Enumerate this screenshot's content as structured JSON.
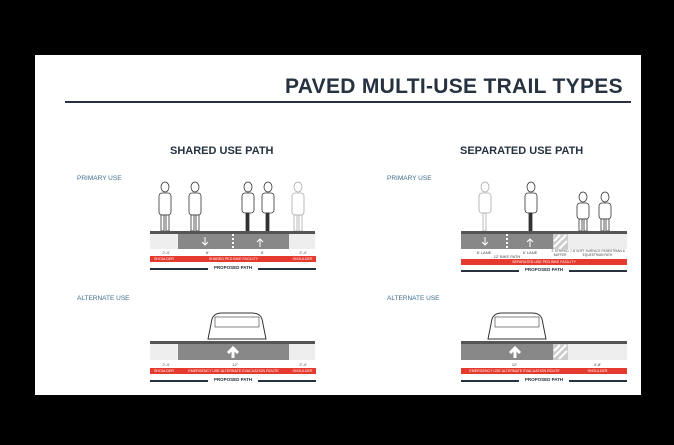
{
  "title": "PAVED MULTI-USE TRAIL TYPES",
  "shared": {
    "heading": "SHARED USE PATH",
    "primary": {
      "label": "PRIMARY USE",
      "dims": [
        "2'-4'",
        "6'",
        "6'",
        "2'-4'"
      ],
      "bands": [
        "SHOULDER",
        "SHARED PED BIKE FACILITY",
        "SHOULDER"
      ],
      "proposed": "PROPOSED PATH"
    },
    "alternate": {
      "label": "ALTERNATE USE",
      "dims": [
        "2'-4'",
        "12'",
        "2'-4'"
      ],
      "bands": [
        "SHOULDER",
        "EMERGENCY USE ALTERNATE EVACUATION ROUTE",
        "SHOULDER"
      ],
      "proposed": "PROPOSED PATH"
    }
  },
  "separated": {
    "heading": "SEPARATED USE PATH",
    "primary": {
      "label": "PRIMARY USE",
      "dims": [
        "6' LANE",
        "6' LANE",
        "12' BIKE PATH",
        "2' STRIPED BUFFER",
        "7-8' SOFT SURFACE PEDESTRIAN & EQUESTRIAN PATH"
      ],
      "bands": [
        "SEPARATED USE PED BIKE FACILITY"
      ],
      "proposed": "PROPOSED PATH"
    },
    "alternate": {
      "label": "ALTERNATE USE",
      "dims": [
        "12'",
        "4'-8'"
      ],
      "bands": [
        "EMERGENCY USE ALTERNATE EVACUATION ROUTE",
        "SHOULDER"
      ],
      "proposed": "PROPOSED PATH"
    }
  }
}
